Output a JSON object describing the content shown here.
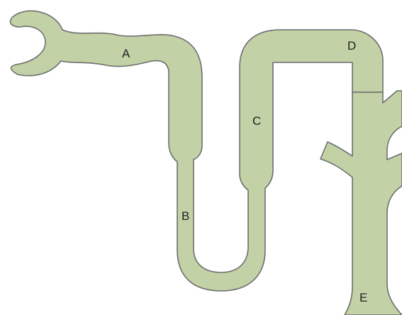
{
  "diagram": {
    "labels": {
      "a": "A",
      "b": "B",
      "c": "C",
      "d": "D",
      "e": "E"
    },
    "colors": {
      "tube_fill": "#c2d1a6",
      "tube_outline": "#6f6f6f",
      "label_text": "#222222",
      "background": "#ffffff"
    }
  }
}
